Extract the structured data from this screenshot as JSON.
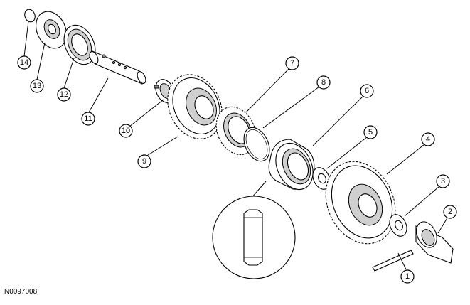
{
  "diagram": {
    "reference_code": "N0097008",
    "callouts": [
      "1",
      "2",
      "3",
      "4",
      "5",
      "6",
      "7",
      "8",
      "9",
      "10",
      "11",
      "12",
      "13",
      "14"
    ]
  }
}
